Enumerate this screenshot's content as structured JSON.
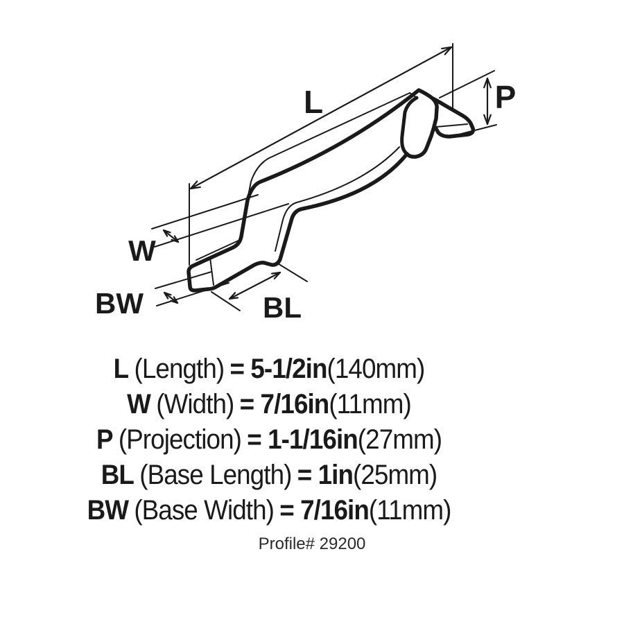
{
  "diagram": {
    "title": "cabinet pull dimension drawing",
    "colors": {
      "ink": "#1a1a1a",
      "background": "#ffffff"
    }
  },
  "specs": [
    {
      "label": "L",
      "name": "(Length)",
      "eq_value": "= 5-1/2in",
      "metric": "(140mm)"
    },
    {
      "label": "W",
      "name": "(Width)",
      "eq_value": "= 7/16in",
      "metric": "(11mm)"
    },
    {
      "label": "P",
      "name": "(Projection)",
      "eq_value": "= 1-1/16in",
      "metric": "(27mm)"
    },
    {
      "label": "BL",
      "name": "(Base Length)",
      "eq_value": "= 1in",
      "metric": "(25mm)"
    },
    {
      "label": "BW",
      "name": "(Base Width)",
      "eq_value": "= 7/16in",
      "metric": "(11mm)"
    }
  ],
  "profile": "Profile# 29200"
}
